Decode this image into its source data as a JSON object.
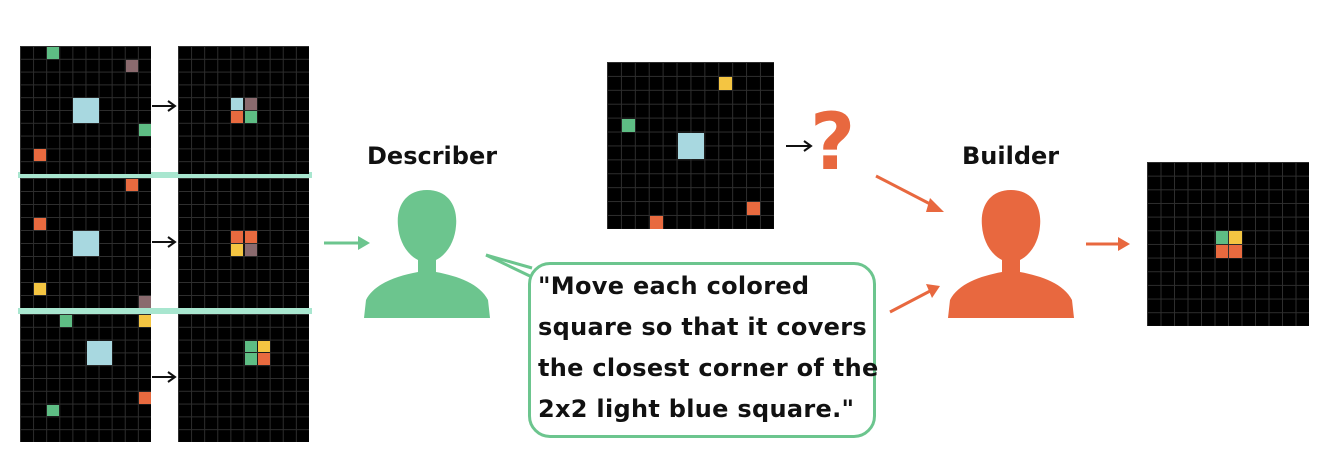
{
  "describer_label": "Describer",
  "builder_label": "Builder",
  "instruction_lines": [
    "\"Move each colored",
    "square so that it covers",
    "the closest corner of the",
    "2x2 light blue square.\""
  ],
  "unknown_output_symbol": "?",
  "colors": {
    "grid_background": "#000000",
    "light_blue": "#a8d8e0",
    "green": "#5ebd84",
    "orange": "#e86a3f",
    "yellow": "#f4c542",
    "mauve": "#8a6a6e",
    "describer": "#6cc58e",
    "builder": "#e8683f",
    "example_border": "#a8e6cf"
  },
  "grid_size": 10,
  "examples": [
    {
      "input_cells": [
        {
          "col": 2,
          "row": 0,
          "color": "green"
        },
        {
          "col": 8,
          "row": 1,
          "color": "mauve"
        },
        {
          "col": 4,
          "row": 4,
          "w": 2,
          "h": 2,
          "color": "light_blue"
        },
        {
          "col": 9,
          "row": 6,
          "color": "green"
        },
        {
          "col": 1,
          "row": 8,
          "color": "orange"
        }
      ],
      "output_cells": [
        {
          "col": 4,
          "row": 4,
          "color": "light_blue"
        },
        {
          "col": 5,
          "row": 4,
          "color": "mauve"
        },
        {
          "col": 4,
          "row": 5,
          "color": "orange"
        },
        {
          "col": 5,
          "row": 5,
          "color": "green"
        }
      ]
    },
    {
      "input_cells": [
        {
          "col": 8,
          "row": 0,
          "color": "orange"
        },
        {
          "col": 1,
          "row": 3,
          "color": "orange"
        },
        {
          "col": 4,
          "row": 4,
          "w": 2,
          "h": 2,
          "color": "light_blue"
        },
        {
          "col": 1,
          "row": 8,
          "color": "yellow"
        },
        {
          "col": 9,
          "row": 9,
          "color": "mauve"
        }
      ],
      "output_cells": [
        {
          "col": 4,
          "row": 4,
          "color": "orange"
        },
        {
          "col": 5,
          "row": 4,
          "color": "orange"
        },
        {
          "col": 4,
          "row": 5,
          "color": "yellow"
        },
        {
          "col": 5,
          "row": 5,
          "color": "mauve"
        }
      ]
    },
    {
      "input_cells": [
        {
          "col": 3,
          "row": 0,
          "color": "green"
        },
        {
          "col": 9,
          "row": 0,
          "color": "yellow"
        },
        {
          "col": 5,
          "row": 2,
          "w": 2,
          "h": 2,
          "color": "light_blue"
        },
        {
          "col": 9,
          "row": 6,
          "color": "orange"
        },
        {
          "col": 2,
          "row": 7,
          "color": "green"
        }
      ],
      "output_cells": [
        {
          "col": 5,
          "row": 2,
          "color": "green"
        },
        {
          "col": 6,
          "row": 2,
          "color": "yellow"
        },
        {
          "col": 5,
          "row": 3,
          "color": "green"
        },
        {
          "col": 6,
          "row": 3,
          "color": "orange"
        }
      ]
    }
  ],
  "test_input_cells": [
    {
      "col": 8,
      "row": 1,
      "color": "yellow"
    },
    {
      "col": 1,
      "row": 4,
      "color": "green"
    },
    {
      "col": 5,
      "row": 5,
      "w": 2,
      "h": 2,
      "color": "light_blue"
    },
    {
      "col": 10,
      "row": 10,
      "color": "orange"
    },
    {
      "col": 3,
      "row": 11,
      "color": "orange"
    }
  ],
  "builder_output_cells": [
    {
      "col": 5,
      "row": 5,
      "color": "green"
    },
    {
      "col": 6,
      "row": 5,
      "color": "yellow"
    },
    {
      "col": 5,
      "row": 6,
      "color": "orange"
    },
    {
      "col": 6,
      "row": 6,
      "color": "orange"
    }
  ]
}
